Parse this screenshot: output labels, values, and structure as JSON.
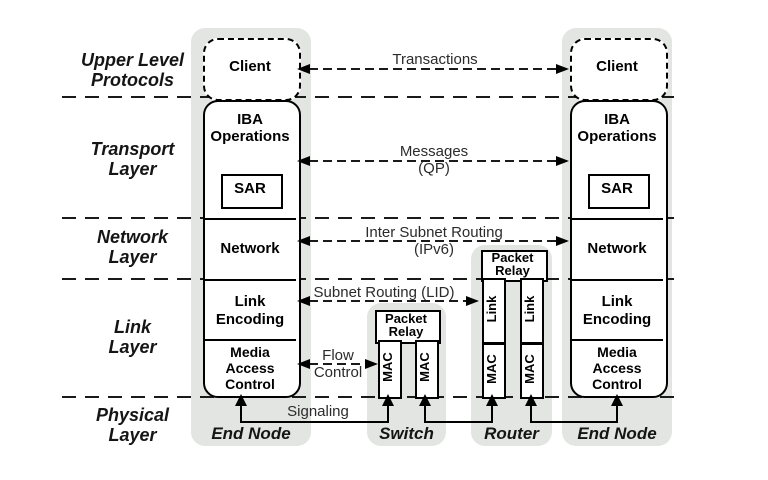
{
  "layers": {
    "upper": "Upper Level\nProtocols",
    "transport": "Transport\nLayer",
    "network": "Network\nLayer",
    "link": "Link\nLayer",
    "physical": "Physical\nLayer"
  },
  "end_nodes": [
    {
      "client": "Client",
      "iba_operations": "IBA\nOperations",
      "sar": "SAR",
      "network": "Network",
      "link_encoding": "Link\nEncoding",
      "media_access_control": "Media\nAccess\nControl",
      "caption": "End Node"
    },
    {
      "client": "Client",
      "iba_operations": "IBA\nOperations",
      "sar": "SAR",
      "network": "Network",
      "link_encoding": "Link\nEncoding",
      "media_access_control": "Media\nAccess\nControl",
      "caption": "End Node"
    }
  ],
  "switch": {
    "packet_relay": "Packet\nRelay",
    "macs": [
      "MAC",
      "MAC"
    ],
    "caption": "Switch"
  },
  "router": {
    "packet_relay": "Packet\nRelay",
    "links": [
      "Link",
      "Link"
    ],
    "macs": [
      "MAC",
      "MAC"
    ],
    "caption": "Router"
  },
  "arrows": {
    "transactions": "Transactions",
    "messages": "Messages\n(QP)",
    "inter_subnet_routing": "Inter Subnet Routing\n(IPv6)",
    "subnet_routing": "Subnet Routing (LID)",
    "flow_control": "Flow\nControl",
    "signaling": "Signaling"
  },
  "colors": {
    "column_bg": "#e3e5e2",
    "line": "#000000",
    "box_bg": "#ffffff"
  }
}
